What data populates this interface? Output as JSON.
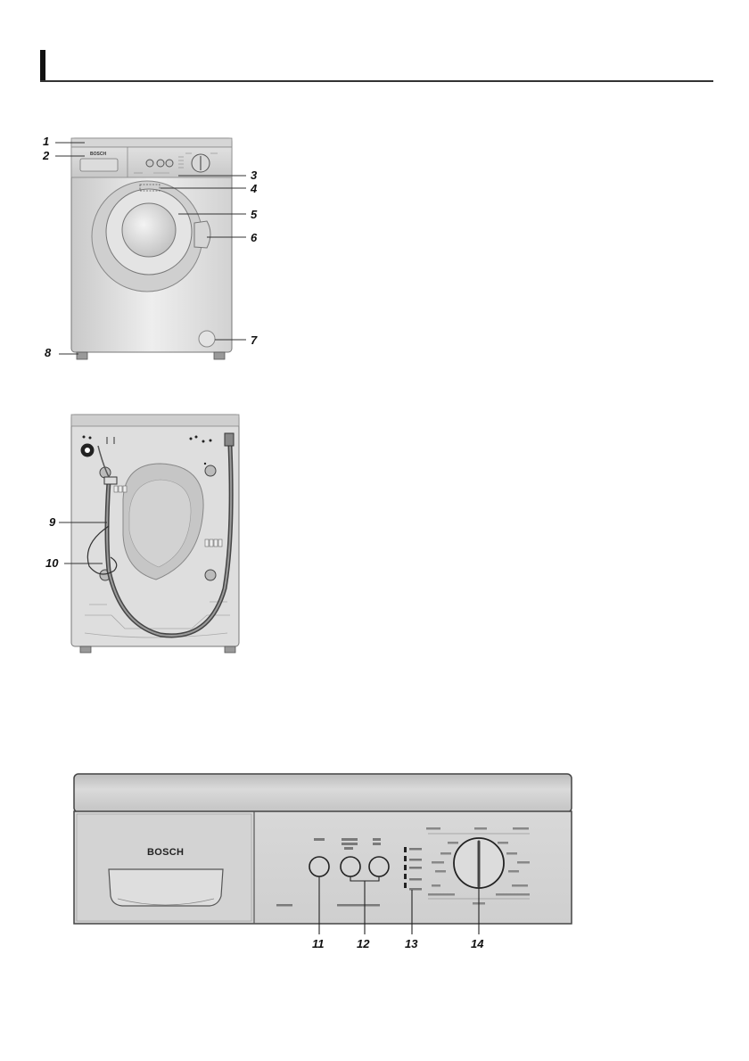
{
  "brand": "BOSCH",
  "callouts": [
    "1",
    "2",
    "3",
    "4",
    "5",
    "6",
    "7",
    "8",
    "9",
    "10",
    "11",
    "12",
    "13",
    "14"
  ]
}
